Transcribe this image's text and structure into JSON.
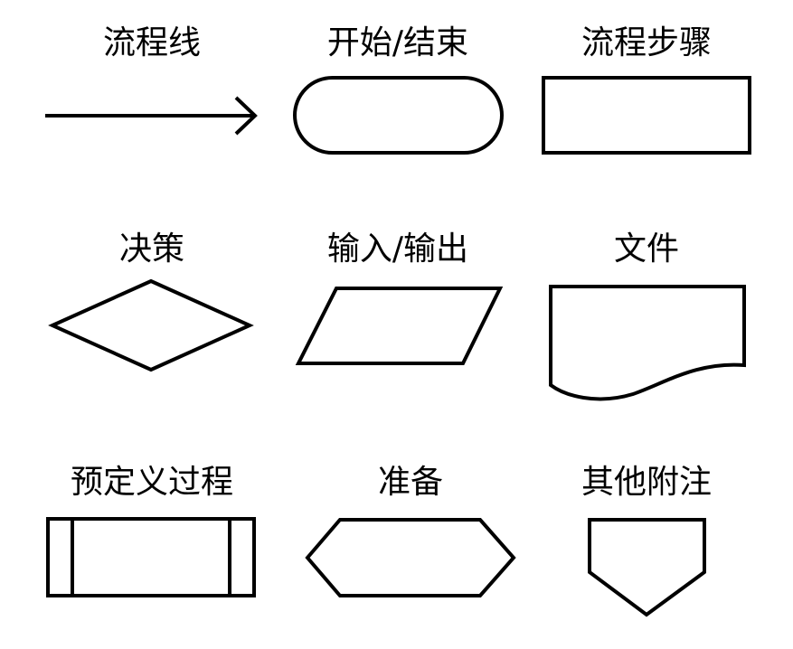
{
  "colors": {
    "background": "#ffffff",
    "stroke": "#000000",
    "text": "#000000"
  },
  "symbols": [
    {
      "id": "flow-line",
      "label": "流程线",
      "shape": "arrow"
    },
    {
      "id": "terminator",
      "label": "开始/结束",
      "shape": "rounded-rectangle"
    },
    {
      "id": "process",
      "label": "流程步骤",
      "shape": "rectangle"
    },
    {
      "id": "decision",
      "label": "决策",
      "shape": "diamond"
    },
    {
      "id": "input-output",
      "label": "输入/输出",
      "shape": "parallelogram"
    },
    {
      "id": "document",
      "label": "文件",
      "shape": "document"
    },
    {
      "id": "predefined-process",
      "label": "预定义过程",
      "shape": "rectangle-with-side-bars"
    },
    {
      "id": "preparation",
      "label": "准备",
      "shape": "hexagon"
    },
    {
      "id": "off-page-connector",
      "label": "其他附注",
      "shape": "pentagon"
    }
  ]
}
